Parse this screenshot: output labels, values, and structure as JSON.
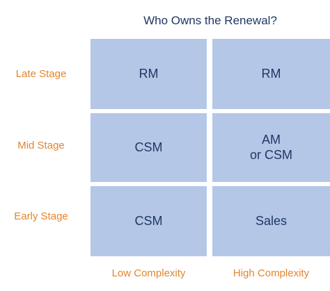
{
  "title": "Who Owns the Renewal?",
  "rows": [
    {
      "label": "Late Stage"
    },
    {
      "label": "Mid Stage"
    },
    {
      "label": "Early Stage"
    }
  ],
  "columns": [
    {
      "label": "Low Complexity"
    },
    {
      "label": "High Complexity"
    }
  ],
  "cells": [
    [
      "RM",
      "RM"
    ],
    [
      "CSM",
      "AM\nor CSM"
    ],
    [
      "CSM",
      "Sales"
    ]
  ],
  "colors": {
    "cell_fill": "#b4c7e7",
    "cell_text": "#1f3864",
    "label_text": "#e2852d",
    "title_text": "#1f3864"
  }
}
